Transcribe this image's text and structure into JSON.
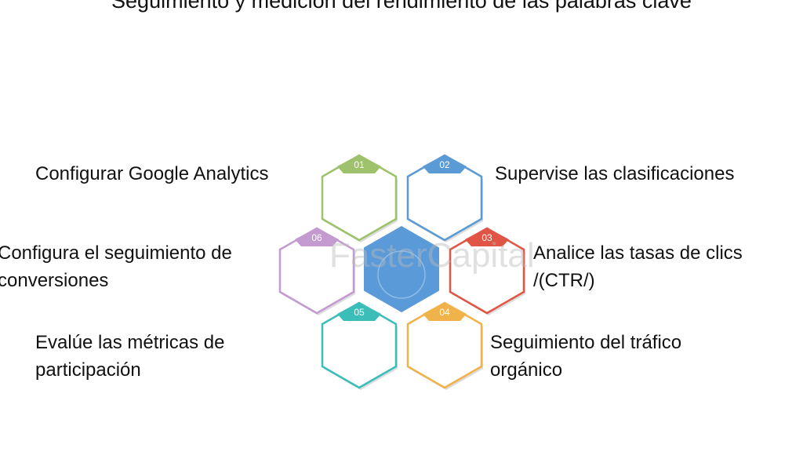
{
  "title": "Seguimiento y medición del rendimiento de las palabras clave",
  "watermark": "FasterCapital",
  "center_color": "#5a9ad8",
  "steps": [
    {
      "number": "01",
      "label_lines": [
        "Configurar Google Analytics"
      ],
      "color": "#9dc26b"
    },
    {
      "number": "02",
      "label_lines": [
        "Supervise las clasificaciones"
      ],
      "color": "#5b9bd5"
    },
    {
      "number": "03",
      "label_lines": [
        "Analice las tasas de clics",
        "/(CTR/)"
      ],
      "color": "#e05545"
    },
    {
      "number": "04",
      "label_lines": [
        "Seguimiento del tráfico",
        "orgánico"
      ],
      "color": "#f0b24a"
    },
    {
      "number": "05",
      "label_lines": [
        "Evalúe las métricas de",
        "participación"
      ],
      "color": "#3bbdb8"
    },
    {
      "number": "06",
      "label_lines": [
        "Configura el seguimiento de",
        "conversiones"
      ],
      "color": "#c39bd1"
    }
  ]
}
